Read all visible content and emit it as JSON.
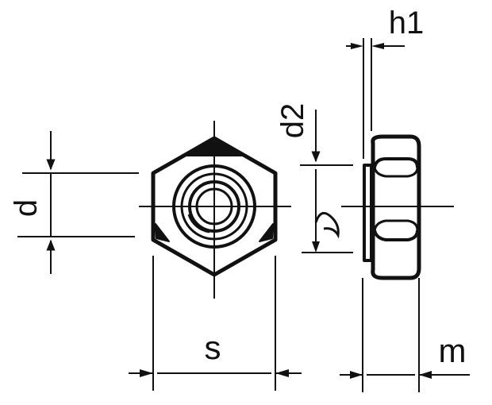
{
  "diagram": {
    "labels": {
      "h1": "h1",
      "d2": "d2",
      "d": "d",
      "s": "s",
      "m": "m"
    },
    "colors": {
      "stroke": "#111111",
      "background": "#ffffff"
    }
  }
}
